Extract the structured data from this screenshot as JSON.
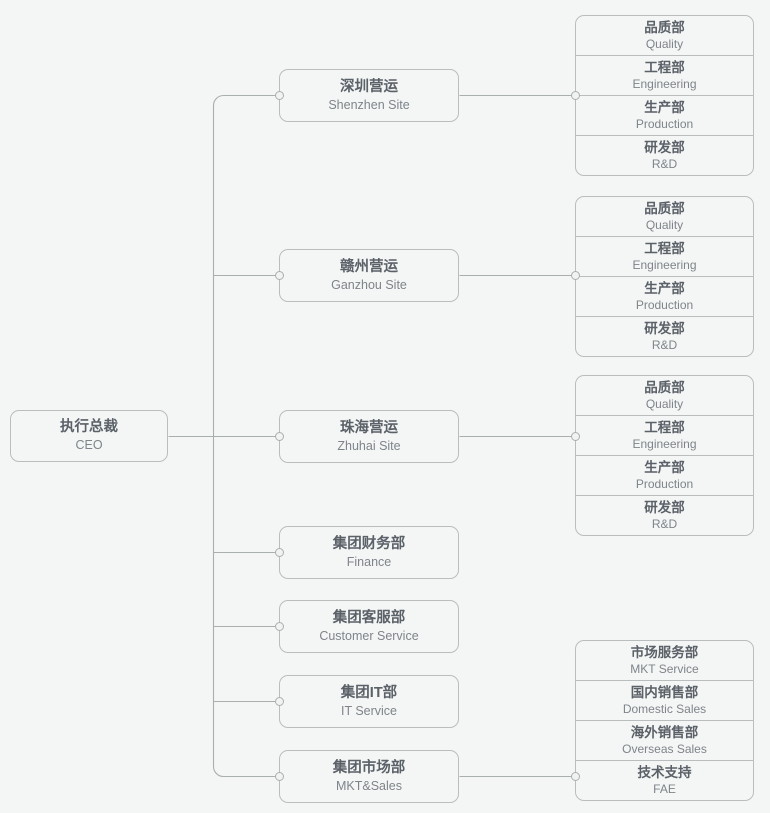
{
  "diagram": {
    "type": "organization-chart",
    "colors": {
      "background": "#f4f6f5",
      "box_fill": "#f4f6f5",
      "box_border": "#b9bdbd",
      "connector": "#a9aeae",
      "text_primary": "#5b6168",
      "text_secondary": "#7e848a"
    },
    "root": {
      "cn": "执行总裁",
      "en": "CEO"
    },
    "branches": [
      {
        "name": "shenzhen-site",
        "cn": "深圳营运",
        "en": "Shenzhen Site",
        "departments": [
          {
            "cn": "品质部",
            "en": "Quality"
          },
          {
            "cn": "工程部",
            "en": "Engineering"
          },
          {
            "cn": "生产部",
            "en": "Production"
          },
          {
            "cn": "研发部",
            "en": "R&D"
          }
        ]
      },
      {
        "name": "ganzhou-site",
        "cn": "赣州营运",
        "en": "Ganzhou Site",
        "departments": [
          {
            "cn": "品质部",
            "en": "Quality"
          },
          {
            "cn": "工程部",
            "en": "Engineering"
          },
          {
            "cn": "生产部",
            "en": "Production"
          },
          {
            "cn": "研发部",
            "en": "R&D"
          }
        ]
      },
      {
        "name": "zhuhai-site",
        "cn": "珠海营运",
        "en": "Zhuhai Site",
        "departments": [
          {
            "cn": "品质部",
            "en": "Quality"
          },
          {
            "cn": "工程部",
            "en": "Engineering"
          },
          {
            "cn": "生产部",
            "en": "Production"
          },
          {
            "cn": "研发部",
            "en": "R&D"
          }
        ]
      },
      {
        "name": "finance",
        "cn": "集团财务部",
        "en": "Finance",
        "departments": []
      },
      {
        "name": "customer-service",
        "cn": "集团客服部",
        "en": "Customer Service",
        "departments": []
      },
      {
        "name": "it-service",
        "cn": "集团IT部",
        "en": "IT Service",
        "departments": []
      },
      {
        "name": "mkt-sales",
        "cn": "集团市场部",
        "en": "MKT&Sales",
        "departments": [
          {
            "cn": "市场服务部",
            "en": "MKT Service"
          },
          {
            "cn": "国内销售部",
            "en": "Domestic Sales"
          },
          {
            "cn": "海外销售部",
            "en": "Overseas Sales"
          },
          {
            "cn": "技术支持",
            "en": "FAE"
          }
        ]
      }
    ]
  }
}
